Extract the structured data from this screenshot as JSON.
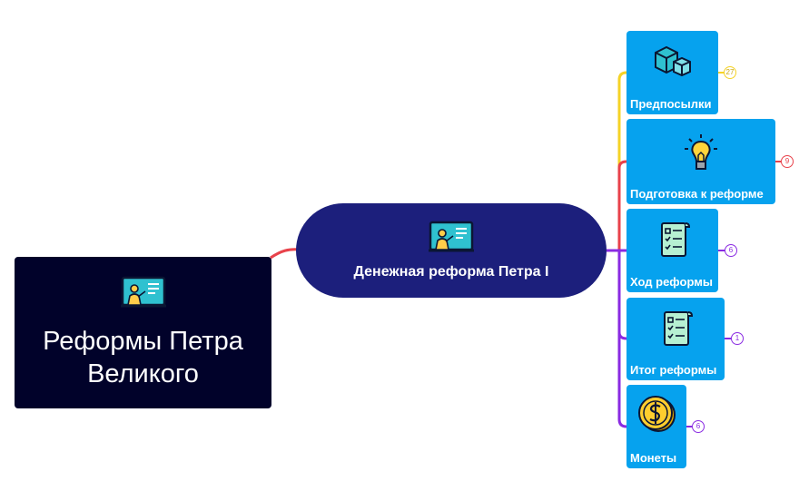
{
  "root": {
    "title": "Реформы Петра Великого",
    "icon": "teacher-board-icon"
  },
  "main": {
    "title": "Денежная реформа Петра I",
    "icon": "teacher-board-icon"
  },
  "topics": [
    {
      "label": "Предпосылки",
      "icon": "cubes-icon",
      "count": "27",
      "color": "#f5d327"
    },
    {
      "label": "Подготовка к реформе",
      "icon": "light-bulb-icon",
      "count": "9",
      "color": "#e8424b"
    },
    {
      "label": "Ход реформы",
      "icon": "checklist-icon",
      "count": "6",
      "color": "#8a2be2"
    },
    {
      "label": "Итог реформы",
      "icon": "checklist-icon",
      "count": "1",
      "color": "#8a2be2"
    },
    {
      "label": "Монеты",
      "icon": "coin-dollar-icon",
      "count": "6",
      "color": "#8a2be2"
    }
  ],
  "colors": {
    "root_bg": "#01022a",
    "main_bg": "#1c1f7c",
    "topic_bg": "#06a2ee",
    "link_root_main": "#e8424b"
  }
}
